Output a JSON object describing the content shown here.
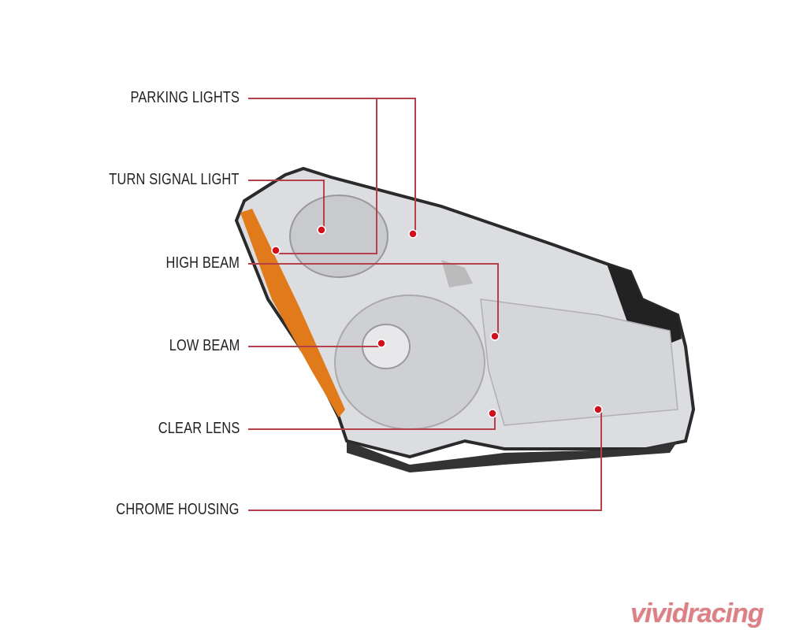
{
  "callouts": [
    {
      "label": "PARKING LIGHTS"
    },
    {
      "label": "TURN SIGNAL LIGHT"
    },
    {
      "label": "HIGH BEAM"
    },
    {
      "label": "LOW BEAM"
    },
    {
      "label": "CLEAR LENS"
    },
    {
      "label": "CHROME HOUSING"
    }
  ],
  "colors": {
    "leader_line": "#b5404a",
    "marker": "#d0101c",
    "amber": "#e07a1a"
  },
  "watermark": "vividracing"
}
